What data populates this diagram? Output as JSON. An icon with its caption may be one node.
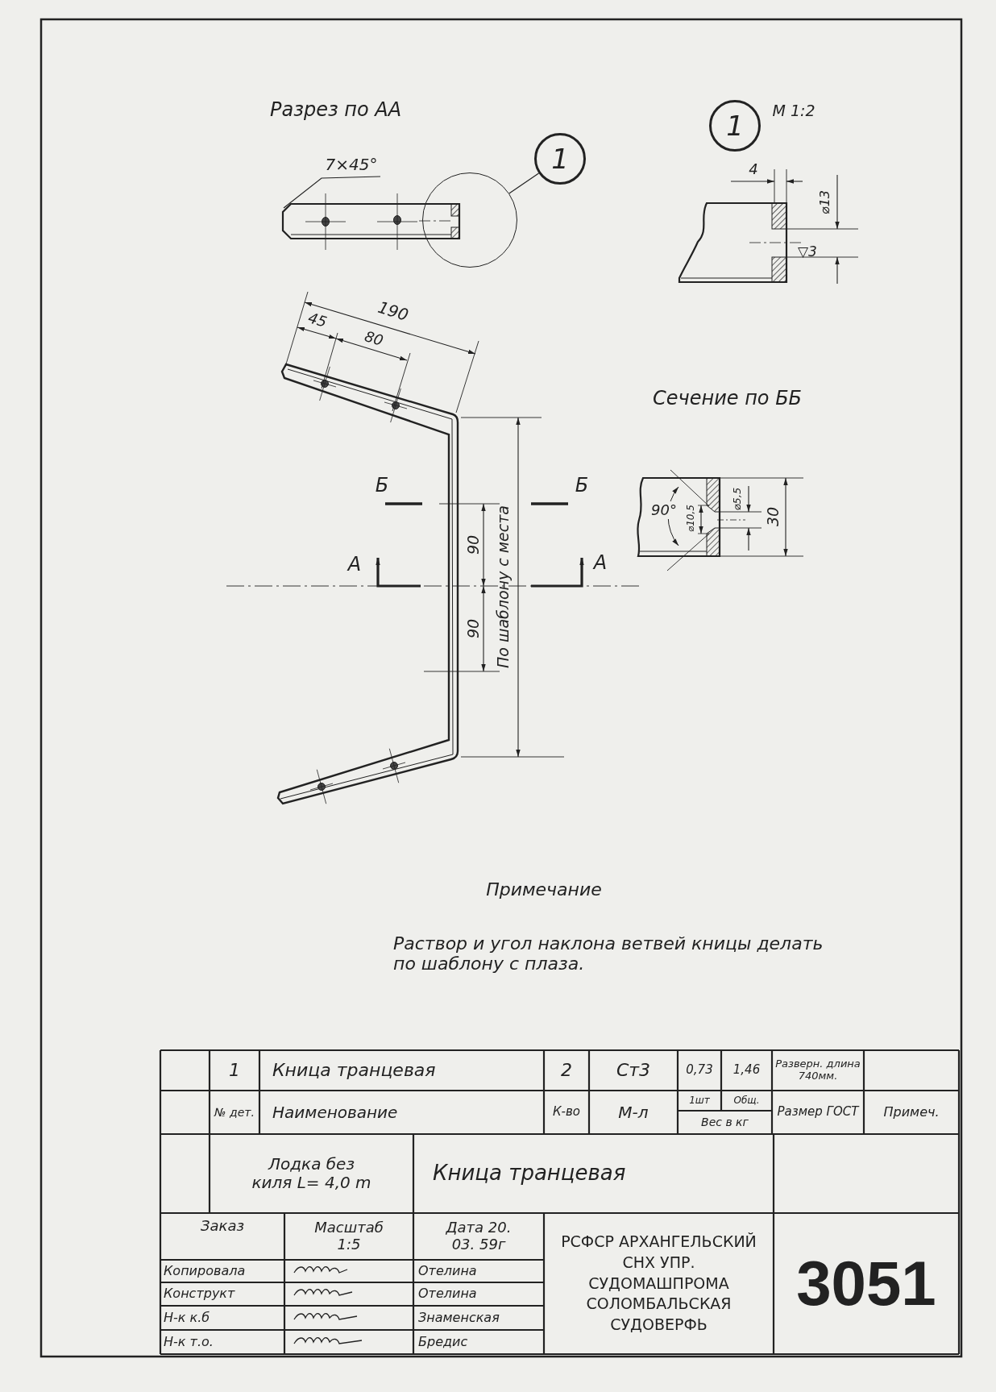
{
  "diagram": {
    "nodes": [
      {
        "text": [
          "1"
        ]
      },
      {
        "text": [],
        "shape": "circle"
      },
      {
        "text": [
          "1"
        ],
        "beside": [
          "М 1:2"
        ]
      },
      {
        "text": [
          "7×45°"
        ]
      },
      {
        "text": [],
        "shape": "bar"
      }
    ],
    "edges": [
      {
        "from": 0,
        "to": 1,
        "arrow": "none"
      },
      {
        "from": 3,
        "to": 4,
        "arrow": "none"
      }
    ],
    "labels": [
      "Разрез по АА",
      "4",
      "⌀13",
      "▽3",
      "190",
      "45",
      "80",
      "Сечение по ББ",
      "Б",
      "Б",
      "90",
      "90°",
      "⌀10,5",
      "⌀5,5",
      "30",
      "А",
      "А",
      "90",
      "По шаблону с места",
      "Примечание",
      "Раствор и угол наклона ветвей кницы делать по шаблону с плаза.",
      "1",
      "Кница транцевая",
      "2",
      "Ст3",
      "0,73",
      "1,46",
      "Разверн. длина 740мм.",
      "№ дет.",
      "Наименование",
      "К-во",
      "М-л",
      "1шт",
      "Общ.",
      "Вес в кг",
      "Размер ГОСТ",
      "Примеч.",
      "Лодка без киля L= 4,0 m",
      "Кница транцевая",
      "Заказ",
      "Масштаб 1:5",
      "Дата 20. 03. 59г",
      "РСФСР АРХАНГЕЛЬСКИЙ СНХ УПР. СУДОМАШПРОМА СОЛОМБАЛЬСКАЯ СУДОВЕРФЬ",
      "3051",
      "Копировала",
      "Отелина",
      "Конструкт",
      "Отелина",
      "Н-к к.б",
      "Знаменская",
      "Н-к т.о.",
      "Бредис"
    ]
  }
}
